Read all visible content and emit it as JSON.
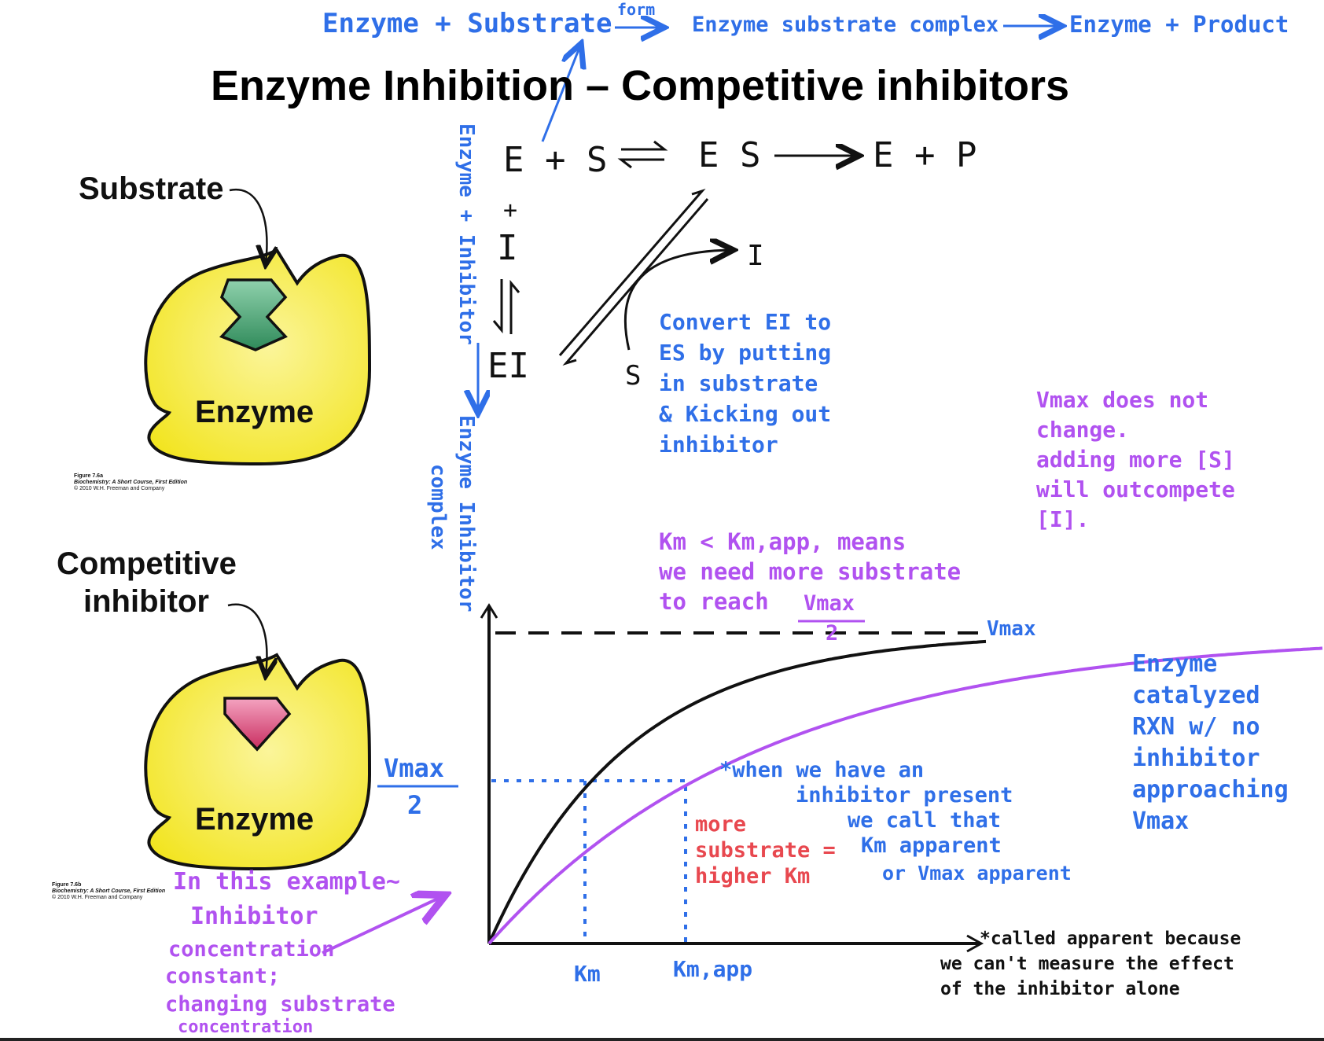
{
  "title": "Enzyme Inhibition – Competitive inhibitors",
  "top_equation": {
    "left": "Enzyme + Substrate",
    "arrow_label": "form",
    "middle": "Enzyme substrate complex",
    "right": "Enzyme + Product"
  },
  "figure_a": {
    "substrate_label": "Substrate",
    "enzyme_label": "Enzyme",
    "caption": [
      "Figure 7.6a",
      "Biochemistry: A Short Course, First Edition",
      "© 2010 W.H. Freeman and Company"
    ]
  },
  "figure_b": {
    "inhibitor_label": [
      "Competitive",
      "inhibitor"
    ],
    "enzyme_label": "Enzyme",
    "caption": [
      "Figure 7.6b",
      "Biochemistry: A Short Course, First Edition",
      "© 2010 W.H. Freeman and Company"
    ]
  },
  "scheme": {
    "e_plus_s": "E + S",
    "es": "E S",
    "e_plus_p": "E + P",
    "plus": "+",
    "i": "I",
    "ei": "EI",
    "i_out": "I",
    "s_in": "S",
    "vertical_note": "Enzyme + Inhibitor ⟶ Enzyme Inhibitor complex"
  },
  "notes": {
    "convert": [
      "Convert EI to",
      "ES by putting",
      "in substrate",
      "& Kicking out",
      "inhibitor"
    ],
    "vmax_no_change": [
      "Vmax does not",
      "change.",
      "adding more [S]",
      "will outcompete",
      "[I]."
    ],
    "km_means": [
      "Km < Km,app, means",
      "we need more substrate",
      "to reach"
    ],
    "vmax_over_2": "Vmax/2",
    "enzyme_catalyzed": [
      "Enzyme",
      "catalyzed",
      "RXN w/ no",
      "inhibitor",
      "approaching",
      "Vmax"
    ],
    "when_inhibitor": [
      "*when we have an",
      "inhibitor present",
      "we call that",
      "Km apparent",
      "or Vmax apparent"
    ],
    "more_substrate": [
      "more",
      "substrate =",
      "higher Km"
    ],
    "called_apparent": [
      "*called apparent because",
      "we can't measure the effect",
      "of the inhibitor alone"
    ],
    "example": [
      "In this example~",
      "Inhibitor",
      "concentration",
      "constant;",
      "changing substrate",
      "concentration"
    ],
    "vmax_half_left": [
      "Vmax",
      "2"
    ]
  },
  "chart_data": {
    "type": "line",
    "xlabel": "",
    "ylabel": "",
    "x_tick_labels": [
      "Km",
      "Km,app"
    ],
    "y_reference_labels": [
      "Vmax",
      "Vmax/2"
    ],
    "series": [
      {
        "name": "Enzyme catalyzed RXN w/ no inhibitor",
        "color": "#111111",
        "km": 1.0,
        "vmax": 1.0
      },
      {
        "name": "inhibitor present",
        "color": "#b152f0",
        "km": 2.0,
        "vmax": 1.0
      }
    ],
    "grid": false
  },
  "colors": {
    "blue_ink": "#2f6fe8",
    "purple_ink": "#b152f0",
    "red_ink": "#e8484f",
    "enzyme_yellow": "#f7ec3c",
    "substrate_green": "#3f9a6c",
    "inhibitor_pink": "#d9416f"
  }
}
